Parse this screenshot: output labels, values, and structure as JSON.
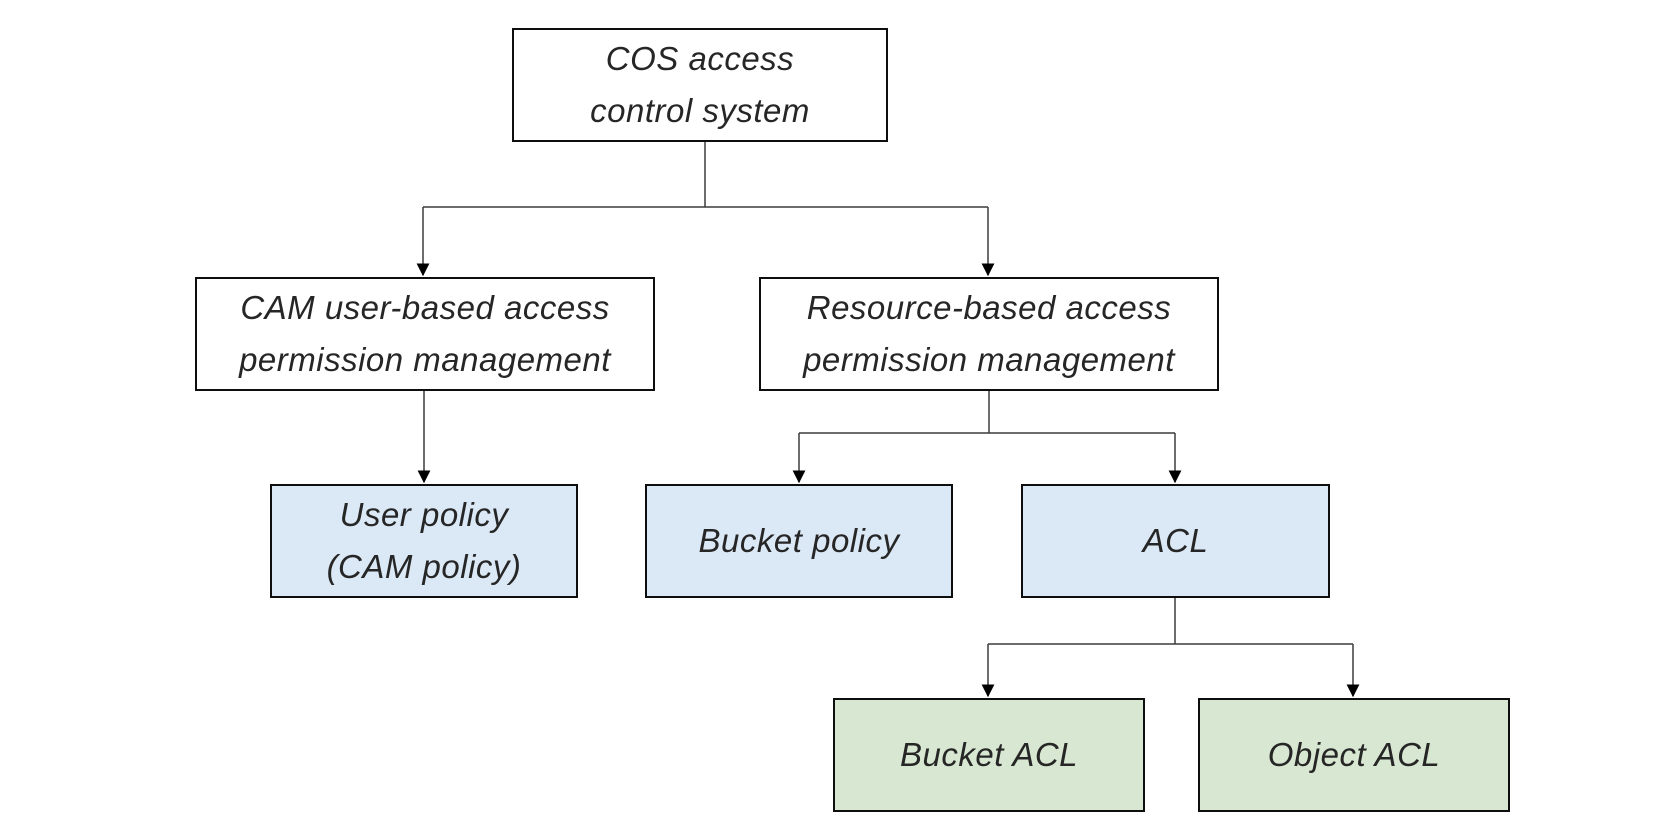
{
  "diagram": {
    "colors": {
      "node_border": "#0e0e0e",
      "root_fill": "#ffffff",
      "branch_fill": "#ffffff",
      "policy_fill": "#dbe8f5",
      "acl_fill": "#d8e7d2",
      "connector": "#3c3c3c",
      "arrowhead": "#000000",
      "text": "#262626"
    },
    "nodes": {
      "root": {
        "label": "COS access\ncontrol system"
      },
      "cam": {
        "label": "CAM user-based access\npermission management"
      },
      "resource": {
        "label": "Resource-based access\npermission management"
      },
      "user_policy": {
        "label": "User policy\n(CAM policy)"
      },
      "bucket_policy": {
        "label": "Bucket policy"
      },
      "acl": {
        "label": "ACL"
      },
      "bucket_acl": {
        "label": "Bucket ACL"
      },
      "object_acl": {
        "label": "Object ACL"
      }
    }
  }
}
